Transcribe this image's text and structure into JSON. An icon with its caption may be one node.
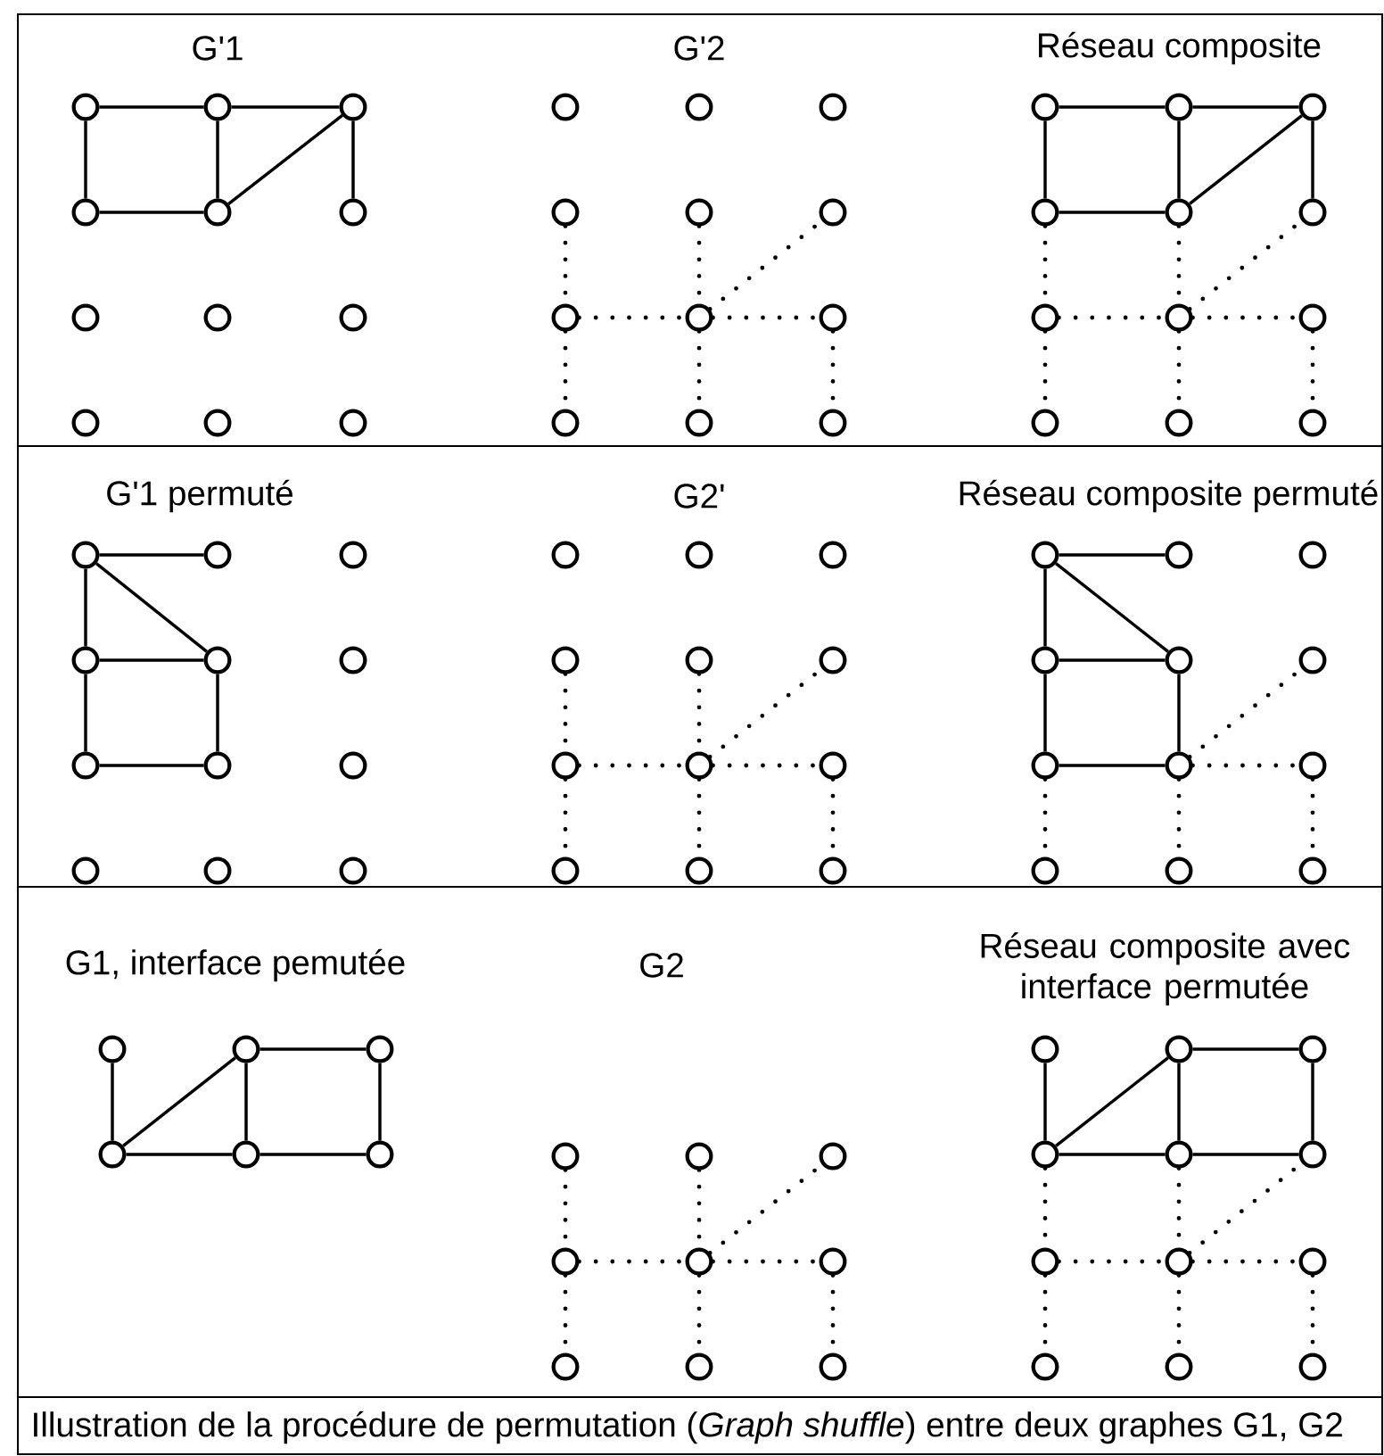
{
  "diagram": {
    "caption": "Illustration de la procédure de permutation  (*Graph shuffle*) entre deux graphes G1, G2",
    "nodes": [
      {
        "text": [],
        "shape": "circle"
      },
      {
        "text": [],
        "shape": "circle"
      },
      {
        "text": [],
        "shape": "circle"
      },
      {
        "text": [],
        "shape": "circle"
      },
      {
        "text": [],
        "shape": "circle"
      },
      {
        "text": [],
        "shape": "circle"
      },
      {
        "text": [],
        "shape": "circle"
      },
      {
        "text": [],
        "shape": "circle"
      },
      {
        "text": [],
        "shape": "circle"
      },
      {
        "text": [],
        "shape": "circle"
      },
      {
        "text": [],
        "shape": "circle"
      },
      {
        "text": [],
        "shape": "circle"
      },
      {
        "text": [],
        "shape": "circle"
      },
      {
        "text": [],
        "shape": "circle"
      },
      {
        "text": [],
        "shape": "circle"
      },
      {
        "text": [],
        "shape": "circle"
      },
      {
        "text": [],
        "shape": "circle"
      },
      {
        "text": [],
        "shape": "circle"
      },
      {
        "text": [],
        "shape": "circle"
      },
      {
        "text": [],
        "shape": "circle"
      },
      {
        "text": [],
        "shape": "circle"
      },
      {
        "text": [],
        "shape": "circle"
      },
      {
        "text": [],
        "shape": "circle"
      },
      {
        "text": [],
        "shape": "circle"
      },
      {
        "text": [],
        "shape": "circle"
      },
      {
        "text": [],
        "shape": "circle"
      },
      {
        "text": [],
        "shape": "circle"
      },
      {
        "text": [],
        "shape": "circle"
      },
      {
        "text": [],
        "shape": "circle"
      },
      {
        "text": [],
        "shape": "circle"
      },
      {
        "text": [],
        "shape": "circle"
      },
      {
        "text": [],
        "shape": "circle"
      },
      {
        "text": [],
        "shape": "circle"
      },
      {
        "text": [],
        "shape": "circle"
      },
      {
        "text": [],
        "shape": "circle"
      },
      {
        "text": [],
        "shape": "circle"
      },
      {
        "text": [],
        "shape": "circle"
      },
      {
        "text": [],
        "shape": "circle"
      },
      {
        "text": [],
        "shape": "circle"
      },
      {
        "text": [],
        "shape": "circle"
      },
      {
        "text": [],
        "shape": "circle"
      },
      {
        "text": [],
        "shape": "circle"
      },
      {
        "text": [],
        "shape": "circle"
      },
      {
        "text": [],
        "shape": "circle"
      },
      {
        "text": [],
        "shape": "circle"
      },
      {
        "text": [],
        "shape": "circle"
      },
      {
        "text": [],
        "shape": "circle"
      },
      {
        "text": [],
        "shape": "circle"
      },
      {
        "text": [],
        "shape": "circle"
      },
      {
        "text": [],
        "shape": "circle"
      },
      {
        "text": [],
        "shape": "circle"
      },
      {
        "text": [],
        "shape": "circle"
      },
      {
        "text": [],
        "shape": "circle"
      },
      {
        "text": [],
        "shape": "circle"
      },
      {
        "text": [],
        "shape": "circle"
      },
      {
        "text": [],
        "shape": "circle"
      },
      {
        "text": [],
        "shape": "circle"
      },
      {
        "text": [],
        "shape": "circle"
      },
      {
        "text": [],
        "shape": "circle"
      },
      {
        "text": [],
        "shape": "circle"
      },
      {
        "text": [],
        "shape": "circle"
      },
      {
        "text": [],
        "shape": "circle"
      },
      {
        "text": [],
        "shape": "circle"
      },
      {
        "text": [],
        "shape": "circle"
      },
      {
        "text": [],
        "shape": "circle"
      },
      {
        "text": [],
        "shape": "circle"
      },
      {
        "text": [],
        "shape": "circle"
      },
      {
        "text": [],
        "shape": "circle"
      },
      {
        "text": [],
        "shape": "circle"
      },
      {
        "text": [],
        "shape": "circle"
      },
      {
        "text": [],
        "shape": "circle"
      },
      {
        "text": [],
        "shape": "circle"
      },
      {
        "text": [],
        "shape": "circle"
      },
      {
        "text": [],
        "shape": "circle"
      },
      {
        "text": [],
        "shape": "circle"
      },
      {
        "text": [],
        "shape": "circle"
      },
      {
        "text": [],
        "shape": "circle"
      },
      {
        "text": [],
        "shape": "circle"
      },
      {
        "text": [],
        "shape": "circle"
      },
      {
        "text": [],
        "shape": "circle"
      },
      {
        "text": [],
        "shape": "circle"
      },
      {
        "text": [],
        "shape": "circle"
      },
      {
        "text": [],
        "shape": "circle"
      },
      {
        "text": [],
        "shape": "circle"
      },
      {
        "text": [],
        "shape": "circle"
      },
      {
        "text": [],
        "shape": "circle"
      },
      {
        "text": [],
        "shape": "circle"
      },
      {
        "text": [],
        "shape": "circle"
      },
      {
        "text": [],
        "shape": "circle"
      },
      {
        "text": [],
        "shape": "circle"
      },
      {
        "text": [],
        "shape": "circle"
      },
      {
        "text": [],
        "shape": "circle"
      },
      {
        "text": [],
        "shape": "circle"
      },
      {
        "text": [],
        "shape": "circle"
      },
      {
        "text": [],
        "shape": "circle"
      },
      {
        "text": [],
        "shape": "circle"
      },
      {
        "text": [],
        "shape": "circle"
      },
      {
        "text": [],
        "shape": "circle"
      },
      {
        "text": [],
        "shape": "circle"
      }
    ],
    "edges": [
      {
        "from": 0,
        "to": 1,
        "arrow": "none"
      },
      {
        "from": 1,
        "to": 2,
        "arrow": "none"
      },
      {
        "from": 0,
        "to": 3,
        "arrow": "none"
      },
      {
        "from": 1,
        "to": 4,
        "arrow": "none"
      },
      {
        "from": 4,
        "to": 2,
        "arrow": "none"
      },
      {
        "from": 2,
        "to": 5,
        "arrow": "none"
      },
      {
        "from": 3,
        "to": 4,
        "arrow": "none"
      },
      {
        "from": 15,
        "to": 18,
        "arrow": "none",
        "style": "dashed"
      },
      {
        "from": 18,
        "to": 21,
        "arrow": "none",
        "style": "dashed"
      },
      {
        "from": 18,
        "to": 19,
        "arrow": "none",
        "style": "dashed"
      },
      {
        "from": 19,
        "to": 20,
        "arrow": "none",
        "style": "dashed"
      },
      {
        "from": 16,
        "to": 19,
        "arrow": "none",
        "style": "dashed"
      },
      {
        "from": 19,
        "to": 22,
        "arrow": "none",
        "style": "dashed"
      },
      {
        "from": 19,
        "to": 17,
        "arrow": "none",
        "style": "dashed"
      },
      {
        "from": 20,
        "to": 23,
        "arrow": "none",
        "style": "dashed"
      },
      {
        "from": 24,
        "to": 25,
        "arrow": "none"
      },
      {
        "from": 25,
        "to": 26,
        "arrow": "none"
      },
      {
        "from": 24,
        "to": 27,
        "arrow": "none"
      },
      {
        "from": 25,
        "to": 28,
        "arrow": "none"
      },
      {
        "from": 28,
        "to": 26,
        "arrow": "none"
      },
      {
        "from": 26,
        "to": 29,
        "arrow": "none"
      },
      {
        "from": 27,
        "to": 28,
        "arrow": "none"
      },
      {
        "from": 27,
        "to": 30,
        "arrow": "none",
        "style": "dashed"
      },
      {
        "from": 30,
        "to": 33,
        "arrow": "none",
        "style": "dashed"
      },
      {
        "from": 30,
        "to": 31,
        "arrow": "none",
        "style": "dashed"
      },
      {
        "from": 31,
        "to": 32,
        "arrow": "none",
        "style": "dashed"
      },
      {
        "from": 28,
        "to": 31,
        "arrow": "none",
        "style": "dashed"
      },
      {
        "from": 31,
        "to": 34,
        "arrow": "none",
        "style": "dashed"
      },
      {
        "from": 31,
        "to": 29,
        "arrow": "none",
        "style": "dashed"
      },
      {
        "from": 32,
        "to": 35,
        "arrow": "none",
        "style": "dashed"
      },
      {
        "from": 36,
        "to": 37,
        "arrow": "none"
      },
      {
        "from": 36,
        "to": 40,
        "arrow": "none"
      },
      {
        "from": 36,
        "to": 39,
        "arrow": "none"
      },
      {
        "from": 39,
        "to": 40,
        "arrow": "none"
      },
      {
        "from": 39,
        "to": 42,
        "arrow": "none"
      },
      {
        "from": 40,
        "to": 43,
        "arrow": "none"
      },
      {
        "from": 42,
        "to": 43,
        "arrow": "none"
      },
      {
        "from": 51,
        "to": 54,
        "arrow": "none",
        "style": "dashed"
      },
      {
        "from": 54,
        "to": 57,
        "arrow": "none",
        "style": "dashed"
      },
      {
        "from": 54,
        "to": 55,
        "arrow": "none",
        "style": "dashed"
      },
      {
        "from": 55,
        "to": 56,
        "arrow": "none",
        "style": "dashed"
      },
      {
        "from": 52,
        "to": 55,
        "arrow": "none",
        "style": "dashed"
      },
      {
        "from": 55,
        "to": 58,
        "arrow": "none",
        "style": "dashed"
      },
      {
        "from": 55,
        "to": 53,
        "arrow": "none",
        "style": "dashed"
      },
      {
        "from": 56,
        "to": 59,
        "arrow": "none",
        "style": "dashed"
      },
      {
        "from": 60,
        "to": 61,
        "arrow": "none"
      },
      {
        "from": 60,
        "to": 64,
        "arrow": "none"
      },
      {
        "from": 60,
        "to": 63,
        "arrow": "none"
      },
      {
        "from": 63,
        "to": 64,
        "arrow": "none"
      },
      {
        "from": 63,
        "to": 66,
        "arrow": "none"
      },
      {
        "from": 64,
        "to": 67,
        "arrow": "none"
      },
      {
        "from": 66,
        "to": 67,
        "arrow": "none"
      },
      {
        "from": 66,
        "to": 69,
        "arrow": "none",
        "style": "dashed"
      },
      {
        "from": 67,
        "to": 68,
        "arrow": "none",
        "style": "dashed"
      },
      {
        "from": 67,
        "to": 70,
        "arrow": "none",
        "style": "dashed"
      },
      {
        "from": 67,
        "to": 65,
        "arrow": "none",
        "style": "dashed"
      },
      {
        "from": 68,
        "to": 71,
        "arrow": "none",
        "style": "dashed"
      },
      {
        "from": 72,
        "to": 75,
        "arrow": "none"
      },
      {
        "from": 75,
        "to": 73,
        "arrow": "none"
      },
      {
        "from": 73,
        "to": 74,
        "arrow": "none"
      },
      {
        "from": 73,
        "to": 76,
        "arrow": "none"
      },
      {
        "from": 74,
        "to": 77,
        "arrow": "none"
      },
      {
        "from": 75,
        "to": 76,
        "arrow": "none"
      },
      {
        "from": 76,
        "to": 77,
        "arrow": "none"
      },
      {
        "from": 78,
        "to": 81,
        "arrow": "none",
        "style": "dashed"
      },
      {
        "from": 81,
        "to": 84,
        "arrow": "none",
        "style": "dashed"
      },
      {
        "from": 81,
        "to": 82,
        "arrow": "none",
        "style": "dashed"
      },
      {
        "from": 82,
        "to": 83,
        "arrow": "none",
        "style": "dashed"
      },
      {
        "from": 79,
        "to": 82,
        "arrow": "none",
        "style": "dashed"
      },
      {
        "from": 82,
        "to": 85,
        "arrow": "none",
        "style": "dashed"
      },
      {
        "from": 82,
        "to": 80,
        "arrow": "none",
        "style": "dashed"
      },
      {
        "from": 83,
        "to": 86,
        "arrow": "none",
        "style": "dashed"
      },
      {
        "from": 87,
        "to": 90,
        "arrow": "none"
      },
      {
        "from": 90,
        "to": 88,
        "arrow": "none"
      },
      {
        "from": 88,
        "to": 89,
        "arrow": "none"
      },
      {
        "from": 88,
        "to": 91,
        "arrow": "none"
      },
      {
        "from": 89,
        "to": 92,
        "arrow": "none"
      },
      {
        "from": 90,
        "to": 91,
        "arrow": "none"
      },
      {
        "from": 91,
        "to": 92,
        "arrow": "none"
      },
      {
        "from": 90,
        "to": 93,
        "arrow": "none",
        "style": "dashed"
      },
      {
        "from": 93,
        "to": 96,
        "arrow": "none",
        "style": "dashed"
      },
      {
        "from": 93,
        "to": 94,
        "arrow": "none",
        "style": "dashed"
      },
      {
        "from": 94,
        "to": 95,
        "arrow": "none",
        "style": "dashed"
      },
      {
        "from": 91,
        "to": 94,
        "arrow": "none",
        "style": "dashed"
      },
      {
        "from": 94,
        "to": 97,
        "arrow": "none",
        "style": "dashed"
      },
      {
        "from": 94,
        "to": 92,
        "arrow": "none",
        "style": "dashed"
      },
      {
        "from": 95,
        "to": 98,
        "arrow": "none",
        "style": "dashed"
      }
    ],
    "labels": [
      "G'1",
      "G'2",
      "Réseau composite",
      "G'1 permuté",
      "G2'",
      "Réseau composite permuté",
      "G1, interface pemutée",
      "G2",
      "Réseau composite avec interface permutée"
    ]
  }
}
